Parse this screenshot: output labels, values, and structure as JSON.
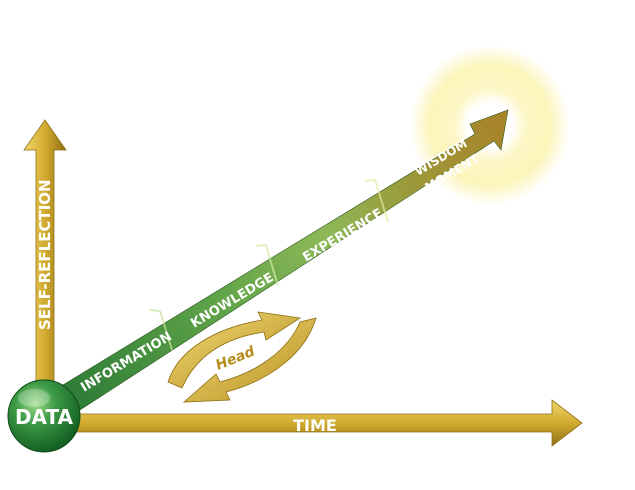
{
  "axes": {
    "x_label": "TIME",
    "y_label": "SELF-REFLECTION",
    "origin_label": "DATA"
  },
  "stages": [
    {
      "label": "INFORMATION"
    },
    {
      "label": "KNOWLEDGE"
    },
    {
      "label": "EXPERIENCE"
    },
    {
      "label_line1": "WISDOM",
      "label_line2": "MOMENT"
    }
  ],
  "loop": {
    "label": "Head"
  },
  "colors": {
    "axis_gold": "#c9a42a",
    "green_dark": "#2e7d3a",
    "green_light": "#9cc25a",
    "olive": "#9a8a2a",
    "gold_brown": "#a8842a",
    "sun_glow": "#fbf4b0"
  }
}
